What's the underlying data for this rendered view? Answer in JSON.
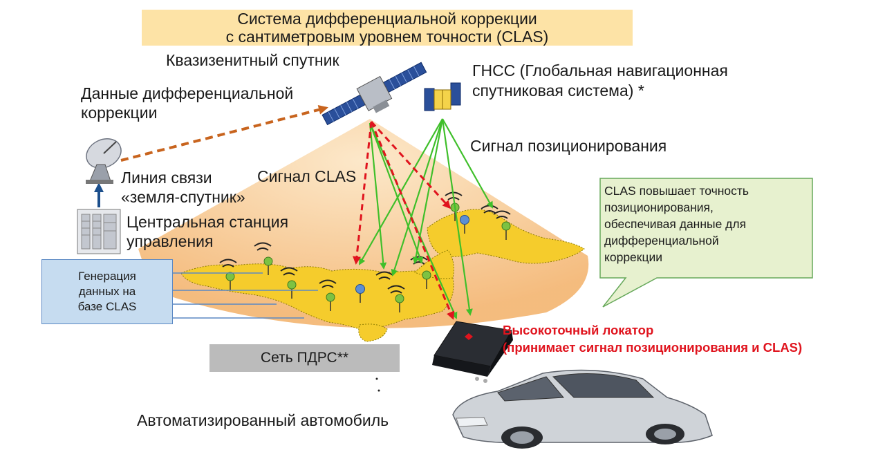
{
  "title": {
    "line1": "Система дифференциальной коррекции",
    "line2": "с сантиметровым уровнем точности (CLAS)"
  },
  "labels": {
    "qzss": "Квазизенитный спутник",
    "gnss_line1": "ГНСС (Глобальная навигационная",
    "gnss_line2": "спутниковая система) *",
    "correction_line1": "Данные дифференциальной",
    "correction_line2": "коррекции",
    "uplink_line1": "Линия связи",
    "uplink_line2": "«земля-спутник»",
    "clas_signal": "Сигнал CLAS",
    "positioning_signal": "Сигнал позиционирования",
    "control_station_line1": "Центральная станция",
    "control_station_line2": "управления",
    "car": "Автоматизированный автомобиль",
    "locator_line1": "Высокоточный локатор",
    "locator_line2": "(принимает сигнал позиционирования и CLAS)"
  },
  "generation_box": {
    "line1": "Генерация",
    "line2": "данных на",
    "line3": "базе CLAS"
  },
  "network": "Сеть ПДРС**",
  "callout": {
    "line1": "CLAS повышает точность",
    "line2": "позиционирования,",
    "line3": "обеспечивая данные для",
    "line4": "дифференциальной",
    "line5": "коррекции"
  },
  "colors": {
    "title_bg": "#fde3a6",
    "beam": "#f7c98a",
    "land": "#f5cc2c",
    "clas_arrow": "#e0141e",
    "positioning_arrow": "#3fbf2a",
    "correction_arrow": "#c8641e",
    "callout_bg": "#e7f1cf",
    "callout_border": "#66a85a",
    "gen_box_bg": "#c6dcf0",
    "network_bg": "#bbbbbb"
  }
}
